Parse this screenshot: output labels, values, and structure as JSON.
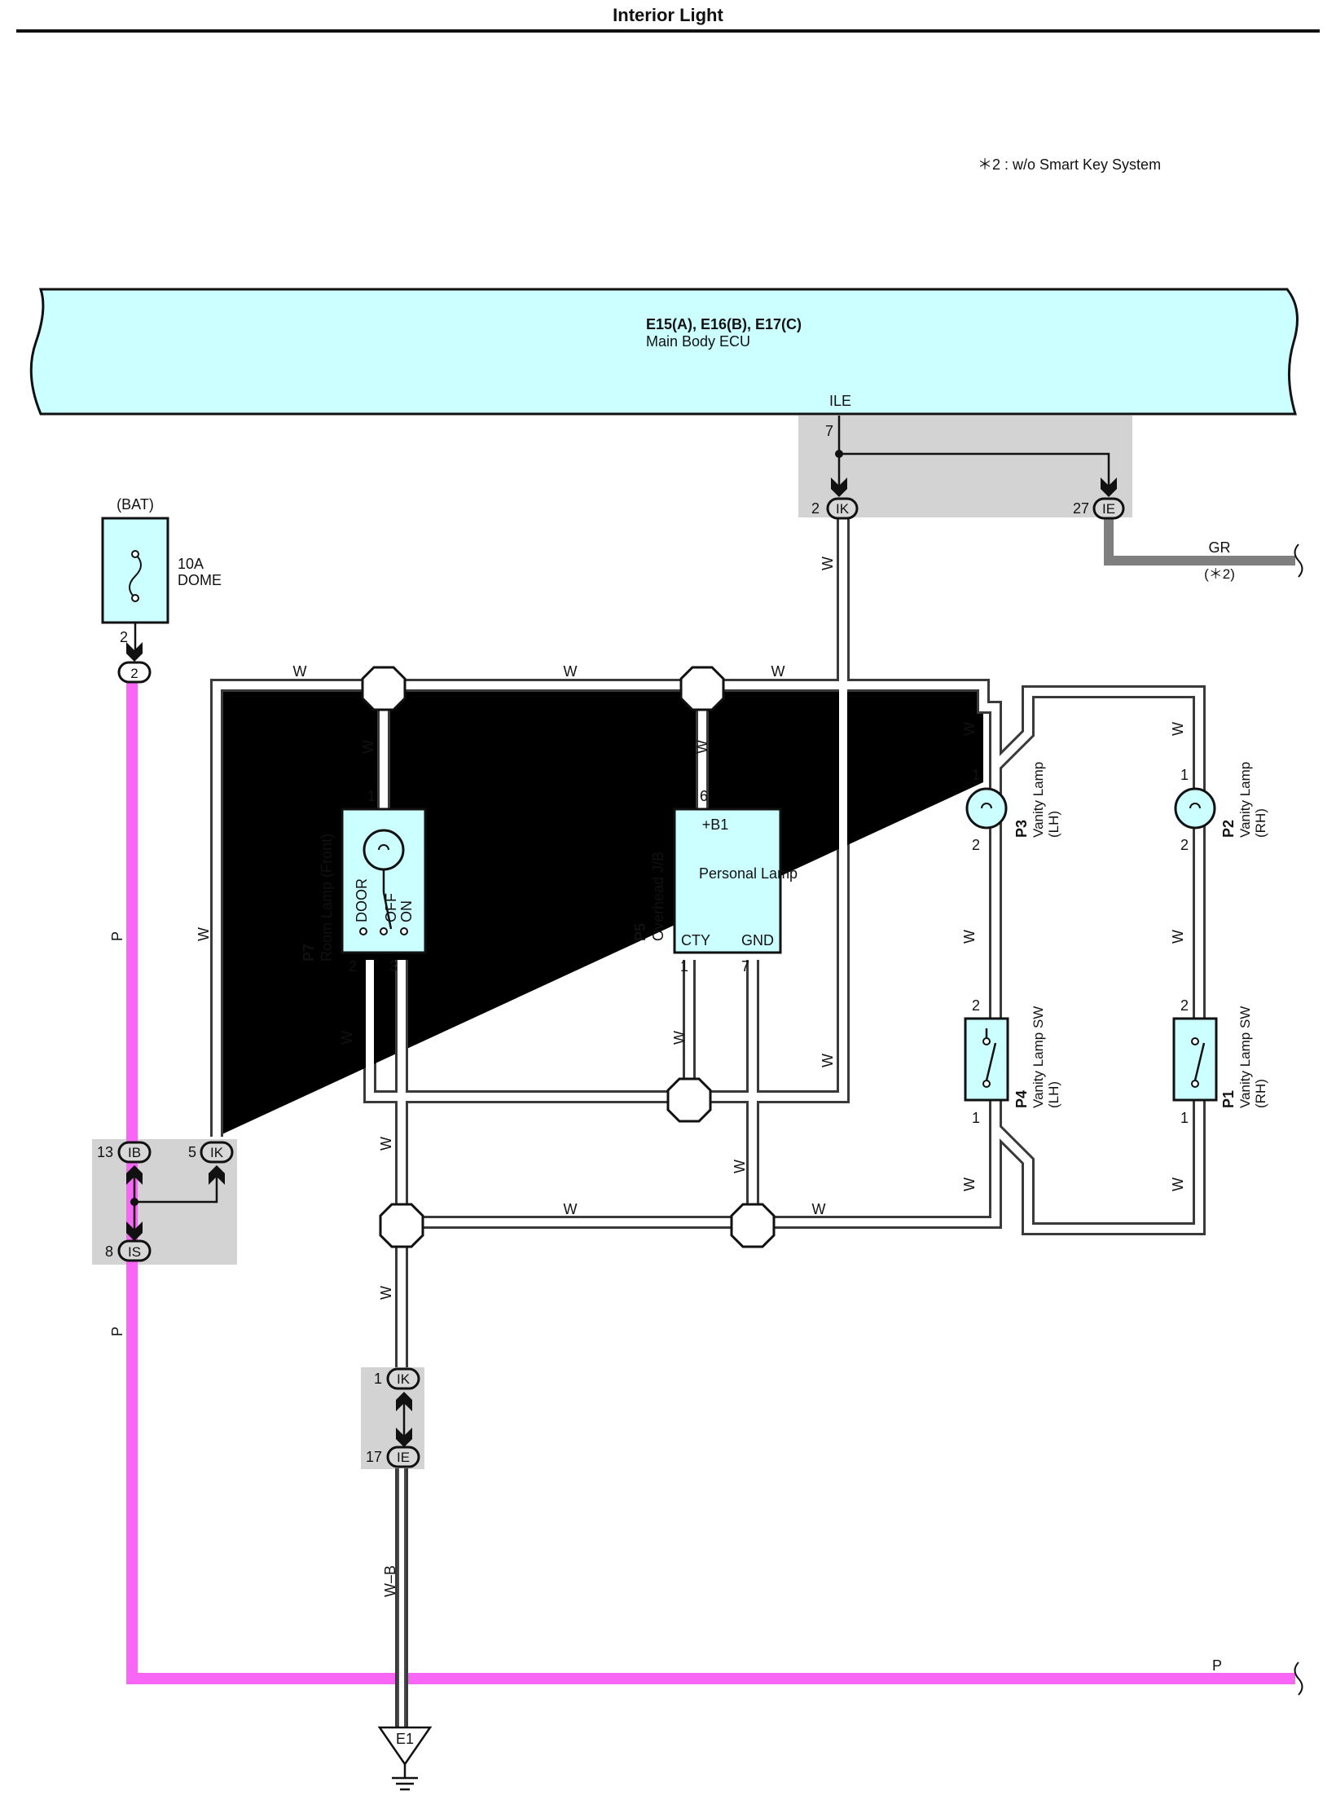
{
  "title": "Interior Light",
  "note": "＊2 : w/o Smart Key System",
  "ecu": {
    "code": "E15(A), E16(B), E17(C)",
    "name": "Main Body ECU",
    "terminal": "ILE",
    "pin": "7"
  },
  "connectors": {
    "ik_top": {
      "pin": "2",
      "name": "IK"
    },
    "ie_top": {
      "pin": "27",
      "name": "IE"
    },
    "bat_jct": {
      "name": "2"
    },
    "ib": {
      "pin": "13",
      "name": "IB"
    },
    "ik_left": {
      "pin": "5",
      "name": "IK"
    },
    "is": {
      "pin": "8",
      "name": "IS"
    },
    "ik_bottom": {
      "pin": "1",
      "name": "IK"
    },
    "ie_bottom": {
      "pin": "17",
      "name": "IE"
    }
  },
  "fuse": {
    "source": "(BAT)",
    "rating": "10A",
    "name": "DOME",
    "pin": "2"
  },
  "gr_wire": {
    "color": "GR",
    "note": "(＊2)"
  },
  "room_lamp": {
    "code": "P7",
    "name": "Room Lamp (Front)",
    "sw_door": "DOOR",
    "sw_off": "OFF",
    "sw_on": "ON",
    "pin_top": "1",
    "pin_left": "2",
    "pin_right": "3"
  },
  "overhead": {
    "code": "P5",
    "name": "Overhead J/B",
    "function": "Personal Lamp",
    "b1": "+B1",
    "cty": "CTY",
    "gnd": "GND",
    "pin_top": "6",
    "pin_cty": "1",
    "pin_gnd": "7"
  },
  "vanity_lh": {
    "code": "P3",
    "name": "Vanity Lamp",
    "side": "(LH)",
    "pin_top": "1",
    "pin_bottom": "2"
  },
  "vanity_rh": {
    "code": "P2",
    "name": "Vanity Lamp",
    "side": "(RH)",
    "pin_top": "1",
    "pin_bottom": "2"
  },
  "vanity_sw_lh": {
    "code": "P4",
    "name": "Vanity Lamp SW",
    "side": "(LH)",
    "pin_top": "2",
    "pin_bottom": "1"
  },
  "vanity_sw_rh": {
    "code": "P1",
    "name": "Vanity Lamp SW",
    "side": "(RH)",
    "pin_top": "2",
    "pin_bottom": "1"
  },
  "wire_colors": {
    "w": "W",
    "p": "P",
    "wb": "W–B"
  },
  "ground": {
    "name": "E1"
  },
  "colors": {
    "component_fill": "#ccffff",
    "pink_wire": "#f766f5",
    "gray_wire": "#7f7f7f",
    "shade": "#d3d3d3"
  }
}
